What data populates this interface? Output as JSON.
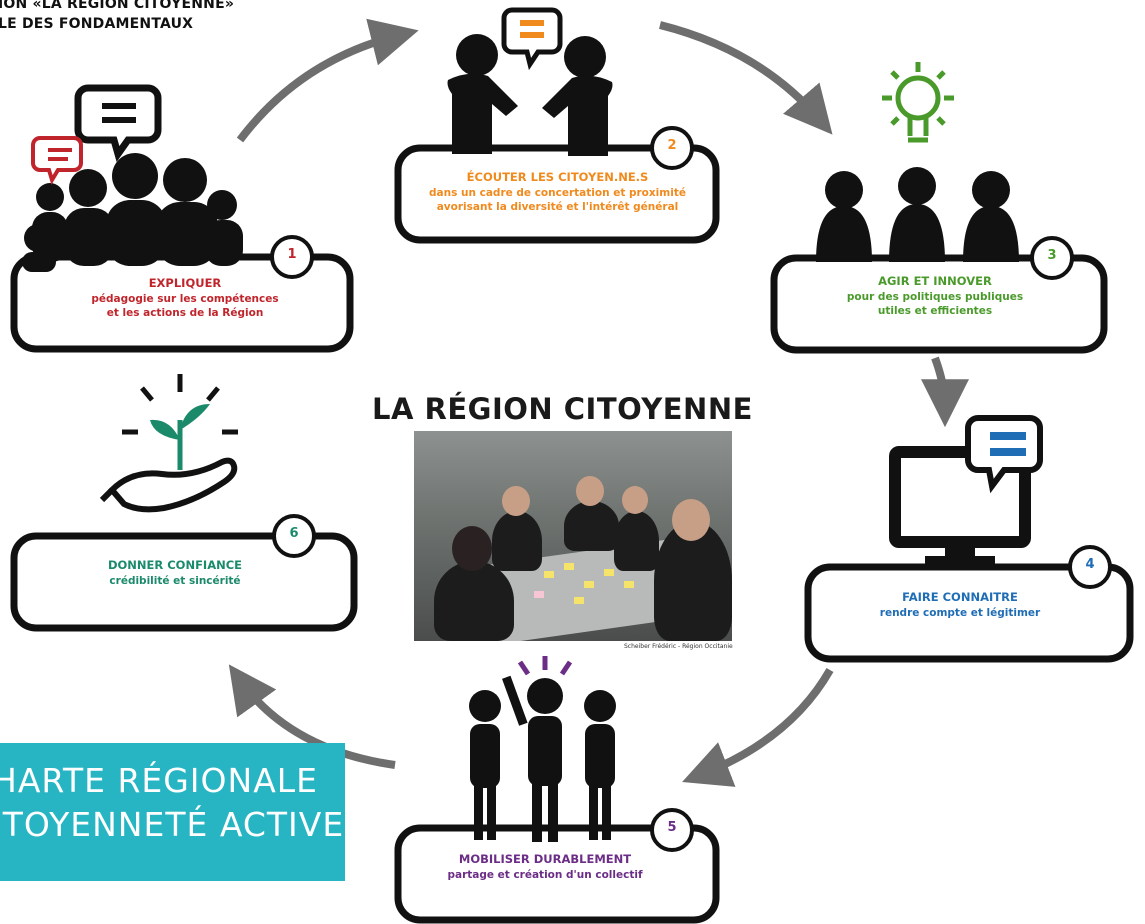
{
  "header": {
    "line1": "ION «LA RÉGION CITOYENNE»",
    "line2": "LE DES FONDAMENTAUX"
  },
  "center_title": "LA RÉGION CITOYENNE",
  "photo_credit": "Scheiber Frédéric - Région Occitanie",
  "steps": [
    {
      "number": "1",
      "title": "EXPLIQUER",
      "line1": "pédagogie sur les compétences",
      "line2": "et les actions de la Région",
      "color": "#c0252c"
    },
    {
      "number": "2",
      "title": "ÉCOUTER LES CITOYEN.NE.S",
      "line1": "dans un cadre de concertation et proximité",
      "line2": "avorisant la diversité et l'intérêt général",
      "color": "#f08a1d"
    },
    {
      "number": "3",
      "title": "AGIR ET INNOVER",
      "line1": "pour des politiques publiques",
      "line2": "utiles et efficientes",
      "color": "#4a9a2b"
    },
    {
      "number": "4",
      "title": "FAIRE CONNAITRE",
      "line1": "rendre compte et légitimer",
      "line2": "",
      "color": "#1f6db5"
    },
    {
      "number": "5",
      "title": "MOBILISER DURABLEMENT",
      "line1": "partage et création d'un collectif",
      "line2": "",
      "color": "#6b2d86"
    },
    {
      "number": "6",
      "title": "DONNER CONFIANCE",
      "line1": "crédibilité et sincérité",
      "line2": "",
      "color": "#1a8a6a"
    }
  ],
  "banner": {
    "line1": "CHARTE RÉGIONALE",
    "line2": "CITOYENNETÉ ACTIVE"
  }
}
